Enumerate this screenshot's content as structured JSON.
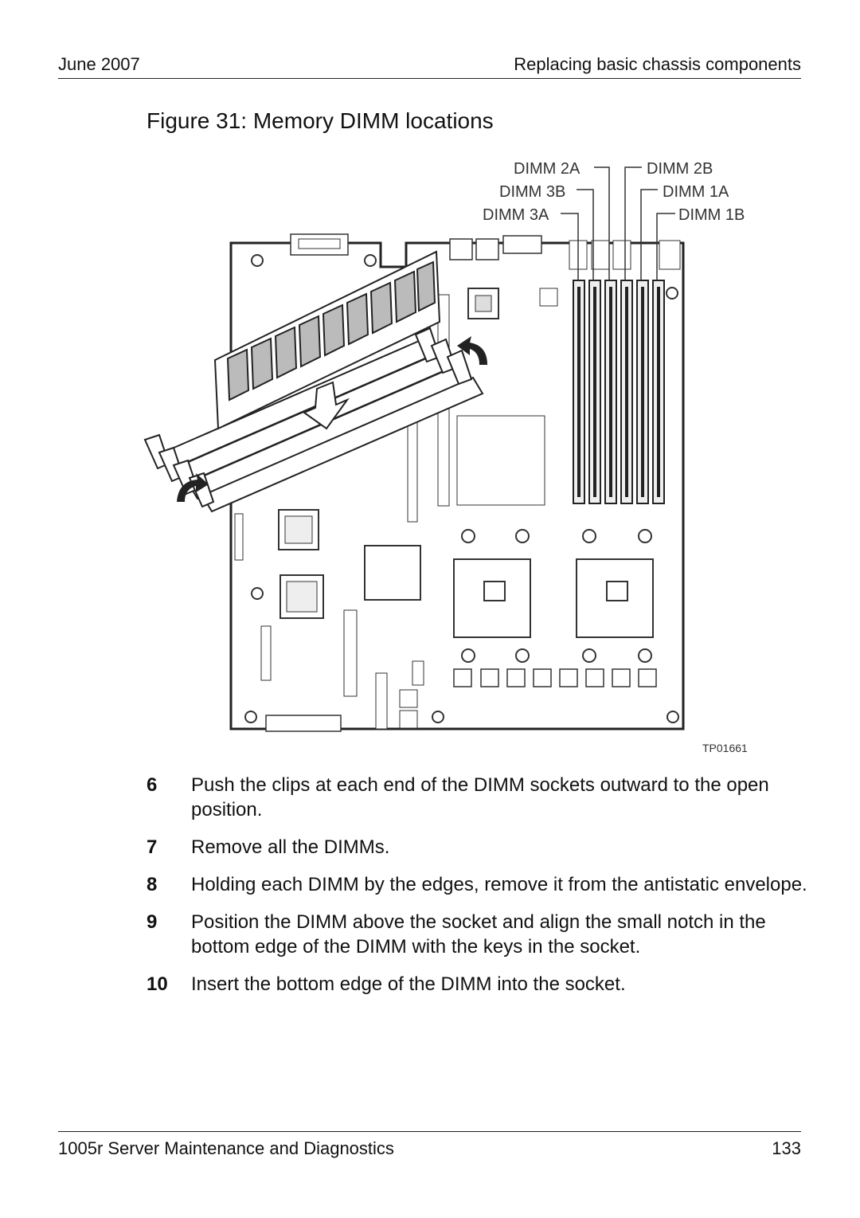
{
  "header": {
    "left": "June 2007",
    "right": "Replacing basic chassis components"
  },
  "figure": {
    "title": "Figure 31: Memory DIMM locations",
    "labels": {
      "dimm_2a": "DIMM 2A",
      "dimm_3b": "DIMM 3B",
      "dimm_3a": "DIMM 3A",
      "dimm_2b": "DIMM 2B",
      "dimm_1a": "DIMM 1A",
      "dimm_1b": "DIMM 1B"
    },
    "id": "TP01661"
  },
  "steps": [
    {
      "num": "6",
      "text": "Push the clips at each end of the DIMM sockets outward to the open position."
    },
    {
      "num": "7",
      "text": "Remove all the DIMMs."
    },
    {
      "num": "8",
      "text": "Holding each DIMM by the edges, remove it from the antistatic envelope."
    },
    {
      "num": "9",
      "text": "Position the DIMM above the socket and align the small notch in the bottom edge of the DIMM with the keys in the socket."
    },
    {
      "num": "10",
      "text": "Insert the bottom edge of the DIMM into the socket."
    }
  ],
  "footer": {
    "left": "1005r Server Maintenance and Diagnostics",
    "right": "133"
  }
}
